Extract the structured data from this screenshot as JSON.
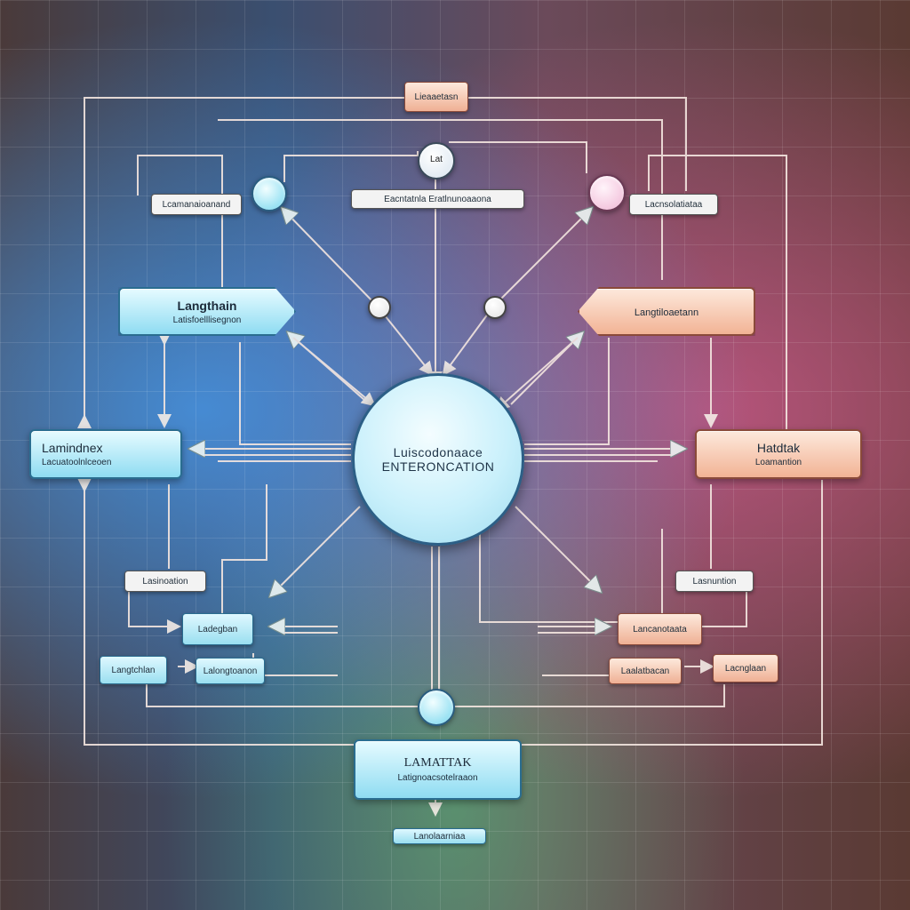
{
  "center": {
    "line1": "Luiscodonaace",
    "line2": "ENTERONCATION"
  },
  "boxes": {
    "langchain": {
      "title": "Langthain",
      "subtitle": "Latisfoelllisegnon"
    },
    "lamindnex": {
      "title": "Lamindnex",
      "subtitle": "Lacuatoolnlceoen"
    },
    "right_top": {
      "title": "",
      "subtitle": "Langtiloaetann"
    },
    "hatdtak": {
      "title": "Hatdtak",
      "subtitle": "Loamantion"
    },
    "lamatak": {
      "title": "LAMATTAK",
      "subtitle": "Latignoacsotelraaon"
    }
  },
  "pills": {
    "top": "Lieaaetasn",
    "left_upper": "Lcamanaioanand",
    "center_label": "Eacntatnla Eratlnunoaaona",
    "right_upper": "Lacnsolatiataa",
    "left_mid": "Lasinoation",
    "left_small": "Ladegban",
    "left_low_1": "Langtchlan",
    "left_low_2": "Lalongtoanon",
    "right_mid": "Lasnuntion",
    "right_small": "Lancanotaata",
    "right_low_1": "Laalatbacan",
    "right_low_2": "Lacnglaan",
    "bottom": "Lanolaarniaa",
    "node_top": "Lat"
  },
  "colors": {
    "accent_blue": "#9adff0",
    "accent_peach": "#f2b395",
    "line": "#f4e6e0"
  }
}
